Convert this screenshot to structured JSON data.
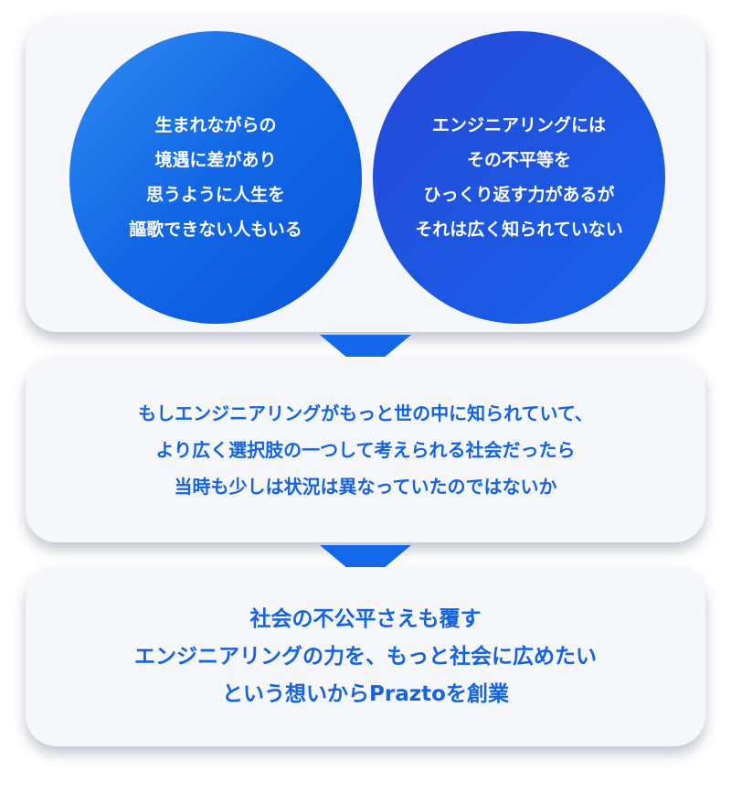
{
  "circles": {
    "left": {
      "lines": [
        "生まれながらの",
        "境遇に差があり",
        "思うように人生を",
        "謳歌できない人もいる"
      ]
    },
    "right": {
      "lines": [
        "エンジニアリングには",
        "その不平等を",
        "ひっくり返す力があるが",
        "それは広く知られていない"
      ]
    }
  },
  "middle": {
    "lines": [
      "もしエンジニアリングがもっと世の中に知られていて、",
      "より広く選択肢の一つして考えられる社会だったら",
      "当時も少しは状況は異なっていたのではないか"
    ]
  },
  "bottom": {
    "lines": [
      "社会の不公平さえも覆す",
      "エンジニアリングの力を、もっと社会に広めたい",
      "という想いからPraztoを創業"
    ]
  },
  "colors": {
    "accent": "#1463e3",
    "arrow": "#1668ea",
    "card_bg": "#f6f7fa"
  }
}
